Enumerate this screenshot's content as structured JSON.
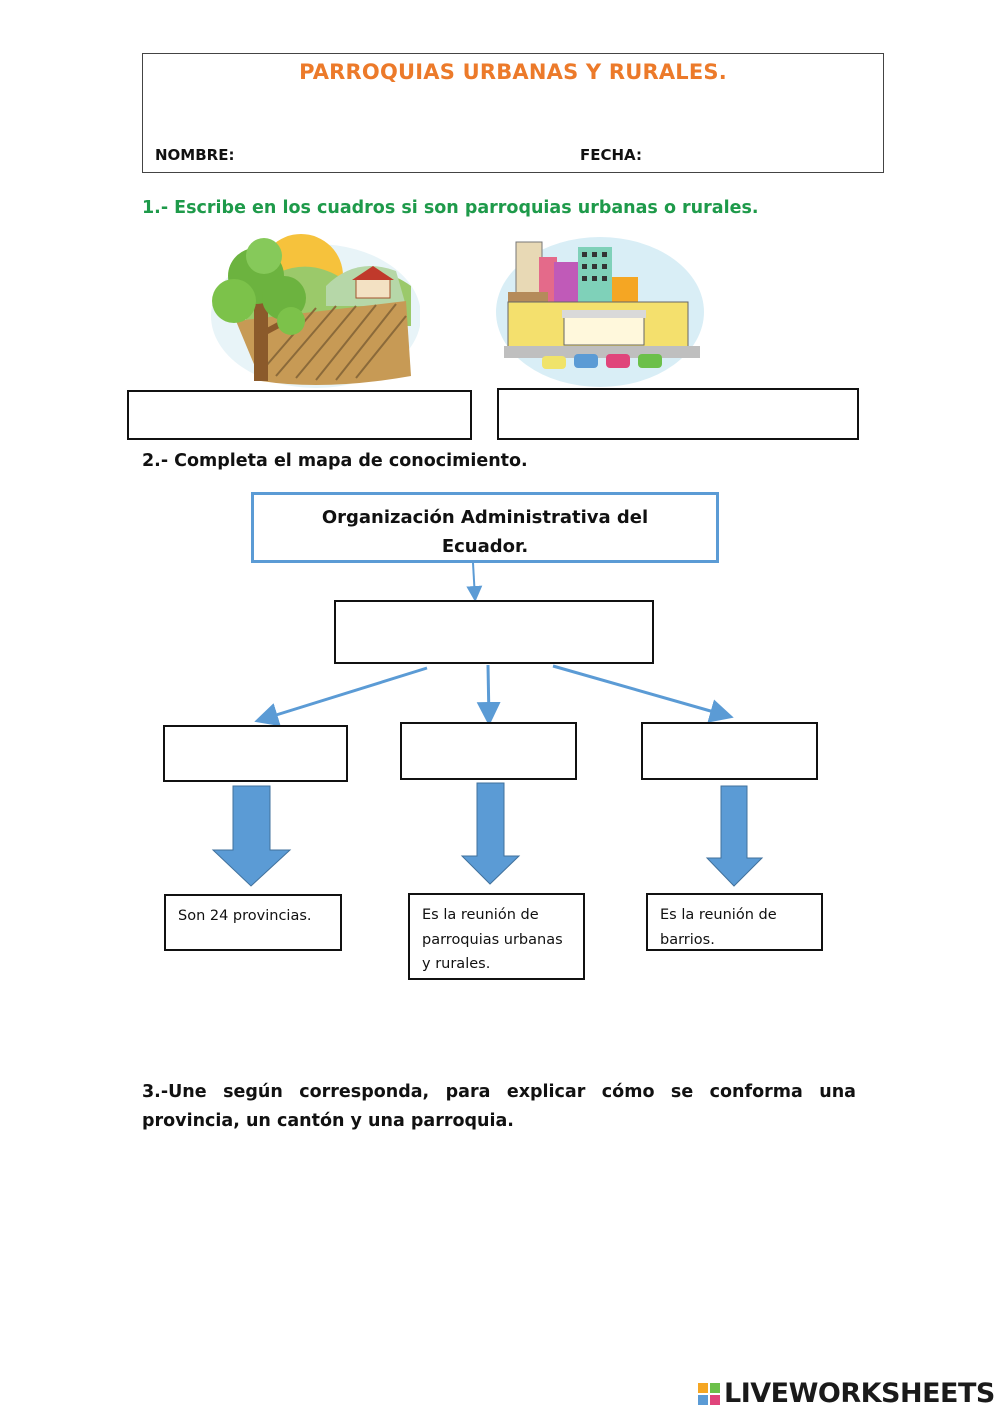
{
  "header": {
    "title": "PARROQUIAS URBANAS Y RURALES.",
    "name_label": "NOMBRE:",
    "date_label": "FECHA:"
  },
  "question1": {
    "text": "1.- Escribe en los cuadros si son parroquias urbanas o rurales.",
    "images": [
      "rural-landscape-illustration",
      "urban-city-illustration"
    ],
    "answers": [
      "",
      ""
    ]
  },
  "question2": {
    "text": "2.- Completa el mapa de conocimiento.",
    "top_box": {
      "line1": "Organización Administrativa del",
      "line2": "Ecuador."
    },
    "info_boxes": [
      {
        "lines": [
          "Son 24 provincias."
        ]
      },
      {
        "lines": [
          "Es la reunión de",
          "parroquias urbanas",
          "y rurales."
        ]
      },
      {
        "lines": [
          "Es la reunión de",
          "barrios."
        ]
      }
    ]
  },
  "question3": {
    "text": "3.-Une según corresponda, para explicar cómo se conforma una provincia, un cantón y una parroquia."
  },
  "footer": {
    "brand": "LIVEWORKSHEETS",
    "logo_icon": "liveworksheets-logo-icon"
  },
  "colors": {
    "title_orange": "#ec7a2a",
    "question_green": "#1e9a4a",
    "concept_blue": "#5b9bd5"
  }
}
